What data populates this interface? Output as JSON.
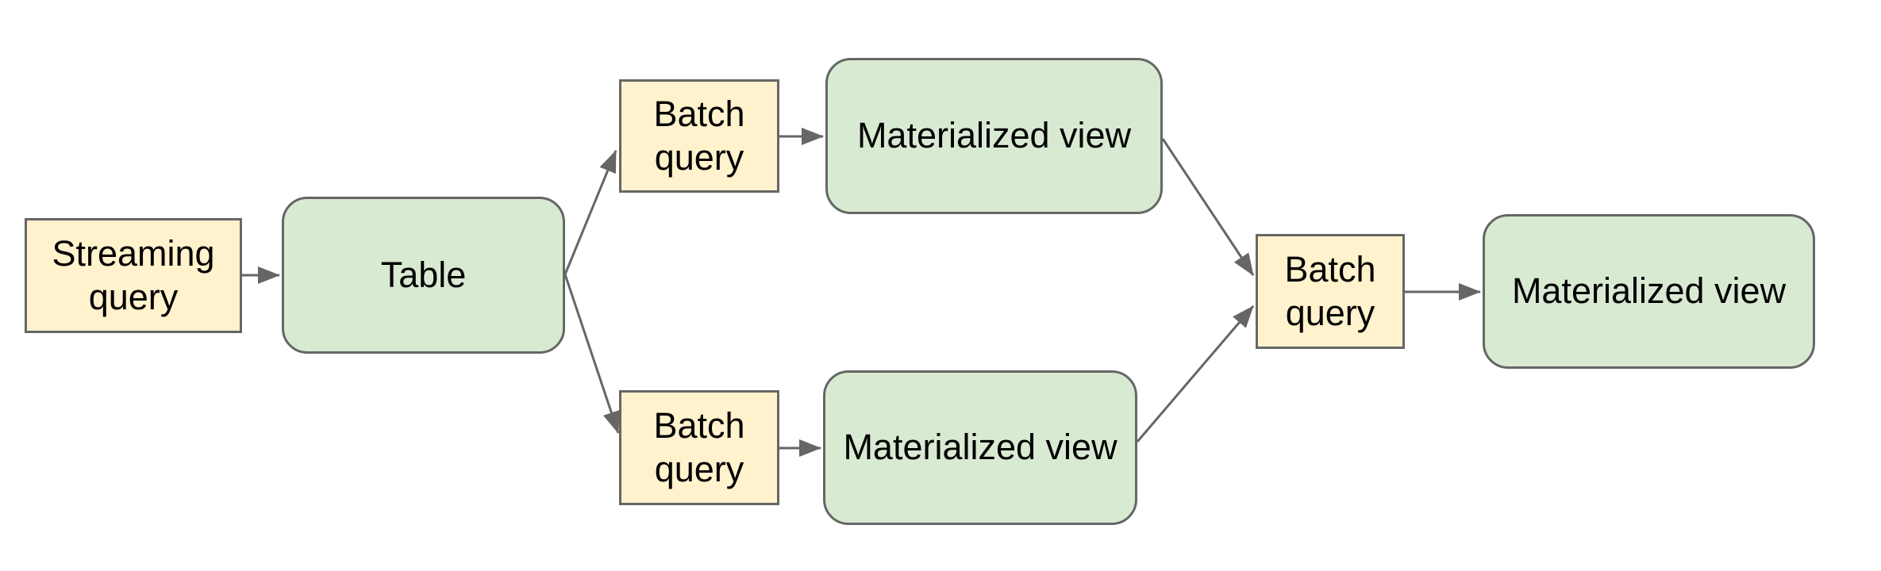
{
  "diagram": {
    "type": "flowchart",
    "direction": "left-to-right",
    "nodes": [
      {
        "id": "streaming-query",
        "label": "Streaming query",
        "shape": "rectangle",
        "kind": "query"
      },
      {
        "id": "table",
        "label": "Table",
        "shape": "rounded-rectangle",
        "kind": "data"
      },
      {
        "id": "batch-query-top",
        "label": "Batch query",
        "shape": "rectangle",
        "kind": "query"
      },
      {
        "id": "materialized-view-top",
        "label": "Materialized view",
        "shape": "rounded-rectangle",
        "kind": "data"
      },
      {
        "id": "batch-query-bottom",
        "label": "Batch query",
        "shape": "rectangle",
        "kind": "query"
      },
      {
        "id": "materialized-view-bottom",
        "label": "Materialized view",
        "shape": "rounded-rectangle",
        "kind": "data"
      },
      {
        "id": "batch-query-right",
        "label": "Batch query",
        "shape": "rectangle",
        "kind": "query"
      },
      {
        "id": "materialized-view-right",
        "label": "Materialized view",
        "shape": "rounded-rectangle",
        "kind": "data"
      }
    ],
    "edges": [
      {
        "from": "streaming-query",
        "to": "table"
      },
      {
        "from": "table",
        "to": "batch-query-top"
      },
      {
        "from": "table",
        "to": "batch-query-bottom"
      },
      {
        "from": "batch-query-top",
        "to": "materialized-view-top"
      },
      {
        "from": "batch-query-bottom",
        "to": "materialized-view-bottom"
      },
      {
        "from": "materialized-view-top",
        "to": "batch-query-right"
      },
      {
        "from": "materialized-view-bottom",
        "to": "batch-query-right"
      },
      {
        "from": "batch-query-right",
        "to": "materialized-view-right"
      }
    ],
    "colors": {
      "query_fill": "#fff2cc",
      "view_fill": "#d9ead3",
      "shape_border": "#666666",
      "arrow": "#666666",
      "text": "#000000",
      "background": "#ffffff"
    }
  }
}
